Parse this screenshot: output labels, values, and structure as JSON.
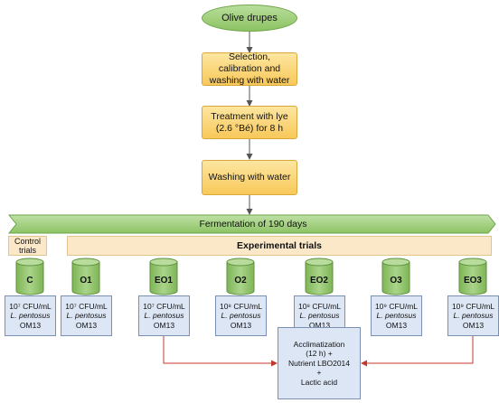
{
  "colors": {
    "green": "#8cc363",
    "yellow": "#f8c85a",
    "beige": "#fbe8c8",
    "blue": "#dde6f4",
    "red": "#c0392b"
  },
  "start": "Olive drupes",
  "steps": [
    "Selection, calibration and washing with water",
    "Treatment with lye (2.6 °Bé) for 8 h",
    "Washing with water"
  ],
  "fermentation": "Fermentation of 190 days",
  "control_label": "Control trials",
  "experimental_label": "Experimental trials",
  "trials": [
    {
      "id": "C",
      "conc": "10⁷ CFU/mL",
      "species": "L. pentosus",
      "strain": "OM13"
    },
    {
      "id": "O1",
      "conc": "10⁷ CFU/mL",
      "species": "L. pentosus",
      "strain": "OM13"
    },
    {
      "id": "EO1",
      "conc": "10⁷ CFU/mL",
      "species": "L. pentosus",
      "strain": "OM13"
    },
    {
      "id": "O2",
      "conc": "10⁸ CFU/mL",
      "species": "L. pentosus",
      "strain": "OM13"
    },
    {
      "id": "EO2",
      "conc": "10⁸ CFU/mL",
      "species": "L. pentosus",
      "strain": "OM13"
    },
    {
      "id": "O3",
      "conc": "10⁹ CFU/mL",
      "species": "L. pentosus",
      "strain": "OM13"
    },
    {
      "id": "EO3",
      "conc": "10⁹ CFU/mL",
      "species": "L. pentosus",
      "strain": "OM13"
    }
  ],
  "acclimatization": {
    "line1": "Acclimatization",
    "line2": "(12 h) +",
    "line3": "Nutrient LBO2014",
    "line4": "+",
    "line5": "Lactic acid"
  }
}
